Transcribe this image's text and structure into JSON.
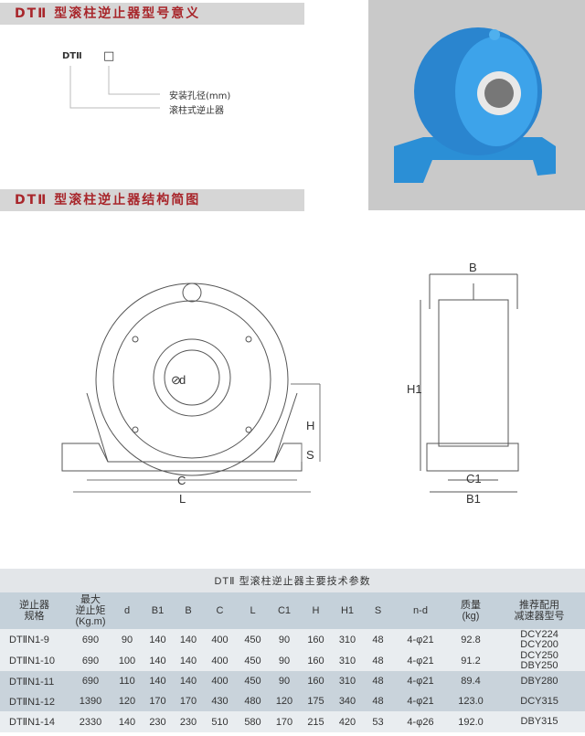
{
  "section1_title": "DTⅡ 型滚柱逆止器型号意义",
  "section2_title": "DTⅡ 型滚柱逆止器结构简图",
  "model_code": {
    "prefix": "DTⅡ",
    "box": "□",
    "label_bore": "安装孔径(mm)",
    "label_type": "滚柱式逆止器"
  },
  "diagram_labels": {
    "d": "d",
    "phi": "⊘",
    "H": "H",
    "S": "S",
    "C": "C",
    "L": "L",
    "B": "B",
    "H1": "H1",
    "C1": "C1",
    "B1": "B1"
  },
  "table": {
    "title": "DTⅡ 型滚柱逆止器主要技术参数",
    "headers": [
      "逆止器\n规格",
      "最大\n逆止矩\n(Kg.m)",
      "d",
      "B1",
      "B",
      "C",
      "L",
      "C1",
      "H",
      "H1",
      "S",
      "n-d",
      "质量\n(kg)",
      "推荐配用\n减速器型号"
    ],
    "rows": [
      [
        "DTⅡN1-9",
        "690",
        "90",
        "140",
        "140",
        "400",
        "450",
        "90",
        "160",
        "310",
        "48",
        "4-φ21",
        "92.8",
        "DCY224\nDCY200"
      ],
      [
        "DTⅡN1-10",
        "690",
        "100",
        "140",
        "140",
        "400",
        "450",
        "90",
        "160",
        "310",
        "48",
        "4-φ21",
        "91.2",
        "DCY250\nDBY250"
      ],
      [
        "DTⅡN1-11",
        "690",
        "110",
        "140",
        "140",
        "400",
        "450",
        "90",
        "160",
        "310",
        "48",
        "4-φ21",
        "89.4",
        "DBY280"
      ],
      [
        "DTⅡN1-12",
        "1390",
        "120",
        "170",
        "170",
        "430",
        "480",
        "120",
        "175",
        "340",
        "48",
        "4-φ21",
        "123.0",
        "DCY315"
      ],
      [
        "DTⅡN1-14",
        "2330",
        "140",
        "230",
        "230",
        "510",
        "580",
        "170",
        "215",
        "420",
        "53",
        "4-φ26",
        "192.0",
        "DBY315"
      ]
    ]
  }
}
